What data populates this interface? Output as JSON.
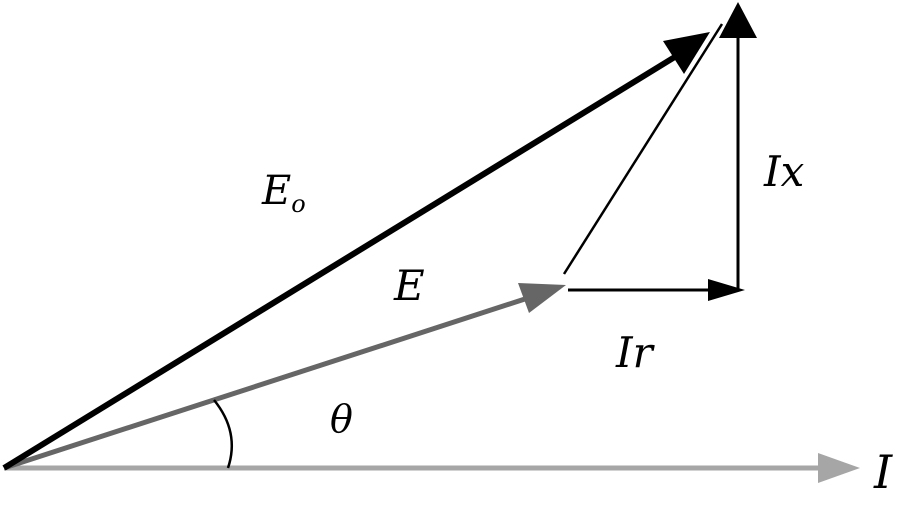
{
  "diagram": {
    "labels": {
      "eo_main": "E",
      "eo_sub": "o",
      "e": "E",
      "ir": "Ir",
      "ix": "Ix",
      "theta": "θ",
      "i": "I"
    },
    "colors": {
      "eo_vector": "#000000",
      "e_vector": "#666666",
      "i_vector": "#a6a6a6",
      "drop_lines": "#000000",
      "theta_arc": "#000000"
    }
  }
}
